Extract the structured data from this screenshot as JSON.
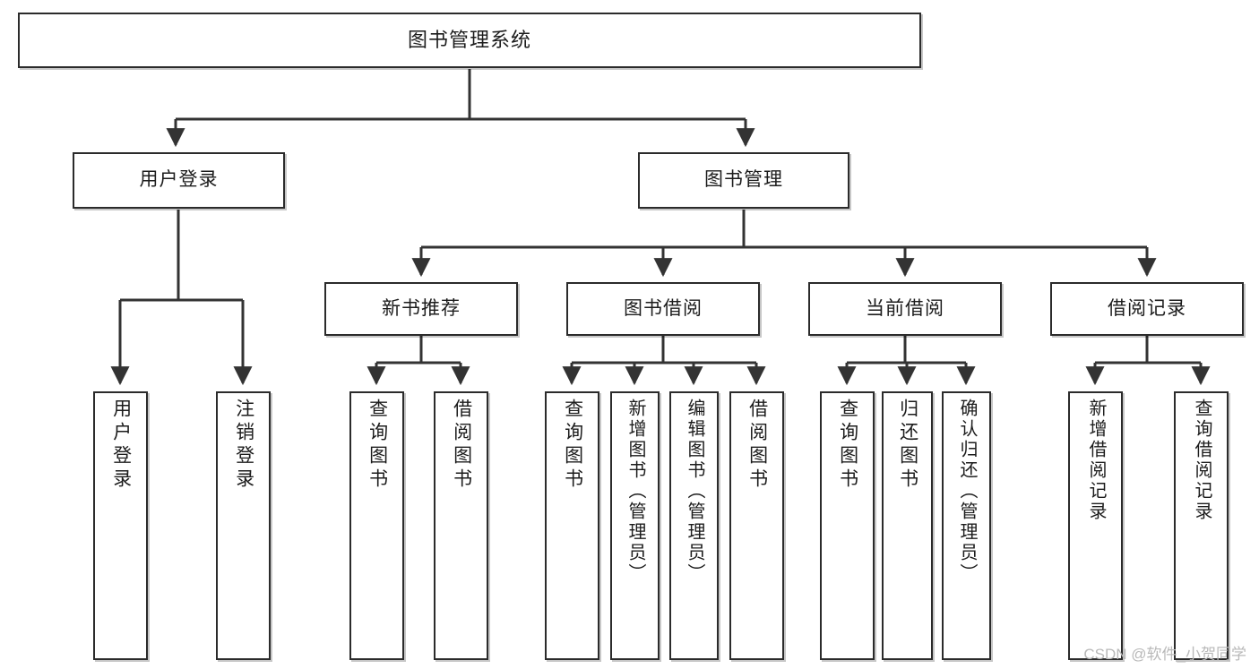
{
  "diagram": {
    "title": "图书管理系统",
    "type": "tree",
    "watermark": "CSDN @软件_小贺同学",
    "colors": {
      "box_border": "#2b2b2b",
      "box_fill": "#ffffff",
      "edge": "#333333",
      "text": "#1c1c1c",
      "watermark": "#b9b9b9",
      "background": "#ffffff"
    },
    "nodes": {
      "root": {
        "label": "图书管理系统",
        "level": 1
      },
      "user_login": {
        "label": "用户登录",
        "level": 2
      },
      "book_manage": {
        "label": "图书管理",
        "level": 2
      },
      "new_book_rec": {
        "label": "新书推荐",
        "level": 3
      },
      "book_borrow": {
        "label": "图书借阅",
        "level": 3
      },
      "current_borrow": {
        "label": "当前借阅",
        "level": 3
      },
      "borrow_record": {
        "label": "借阅记录",
        "level": 3
      },
      "leaf_user_login": {
        "label": "用户登录",
        "level": 3
      },
      "leaf_user_logout": {
        "label": "注销登录",
        "level": 3
      },
      "leaf_query_book_1": {
        "label": "查询图书",
        "level": 4
      },
      "leaf_borrow_book_1": {
        "label": "借阅图书",
        "level": 4
      },
      "leaf_query_book_2": {
        "label": "查询图书",
        "level": 4
      },
      "leaf_add_book": {
        "label": "新增图书（管理员）",
        "level": 4
      },
      "leaf_edit_book": {
        "label": "编辑图书（管理员）",
        "level": 4
      },
      "leaf_borrow_book_2": {
        "label": "借阅图书",
        "level": 4
      },
      "leaf_query_book_3": {
        "label": "查询图书",
        "level": 4
      },
      "leaf_return_book": {
        "label": "归还图书",
        "level": 4
      },
      "leaf_confirm_return": {
        "label": "确认归还（管理员）",
        "level": 4
      },
      "leaf_add_record": {
        "label": "新增借阅记录",
        "level": 4
      },
      "leaf_query_record": {
        "label": "查询借阅记录",
        "level": 4
      }
    },
    "edges": [
      {
        "from": "root",
        "to": "user_login"
      },
      {
        "from": "root",
        "to": "book_manage"
      },
      {
        "from": "user_login",
        "to": "leaf_user_login"
      },
      {
        "from": "user_login",
        "to": "leaf_user_logout"
      },
      {
        "from": "book_manage",
        "to": "new_book_rec"
      },
      {
        "from": "book_manage",
        "to": "book_borrow"
      },
      {
        "from": "book_manage",
        "to": "current_borrow"
      },
      {
        "from": "book_manage",
        "to": "borrow_record"
      },
      {
        "from": "new_book_rec",
        "to": "leaf_query_book_1"
      },
      {
        "from": "new_book_rec",
        "to": "leaf_borrow_book_1"
      },
      {
        "from": "book_borrow",
        "to": "leaf_query_book_2"
      },
      {
        "from": "book_borrow",
        "to": "leaf_add_book"
      },
      {
        "from": "book_borrow",
        "to": "leaf_edit_book"
      },
      {
        "from": "book_borrow",
        "to": "leaf_borrow_book_2"
      },
      {
        "from": "current_borrow",
        "to": "leaf_query_book_3"
      },
      {
        "from": "current_borrow",
        "to": "leaf_return_book"
      },
      {
        "from": "current_borrow",
        "to": "leaf_confirm_return"
      },
      {
        "from": "borrow_record",
        "to": "leaf_add_record"
      },
      {
        "from": "borrow_record",
        "to": "leaf_query_record"
      }
    ]
  }
}
